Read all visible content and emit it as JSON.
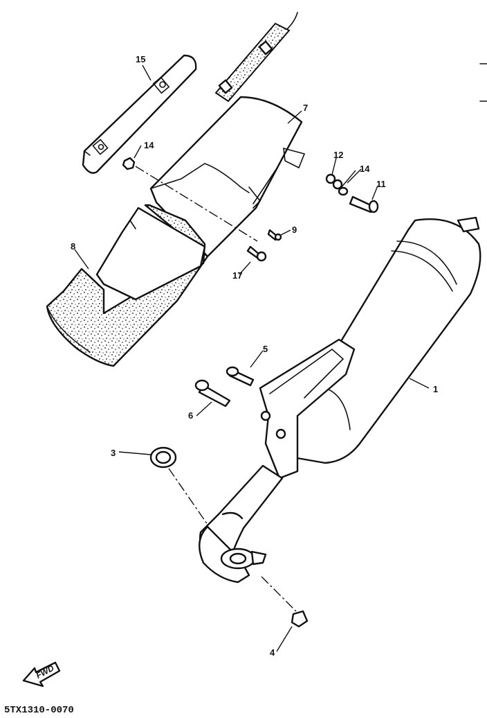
{
  "diagram": {
    "callouts": {
      "c1": "1",
      "c3": "3",
      "c4": "4",
      "c5": "5",
      "c6": "6",
      "c7": "7",
      "c8": "8",
      "c9": "9",
      "c11": "11",
      "c12": "12",
      "c14a": "14",
      "c14b": "14",
      "c15": "15",
      "c17": "17"
    },
    "fwd_label": "FWD",
    "figure_code": "5TX1310-0070"
  }
}
